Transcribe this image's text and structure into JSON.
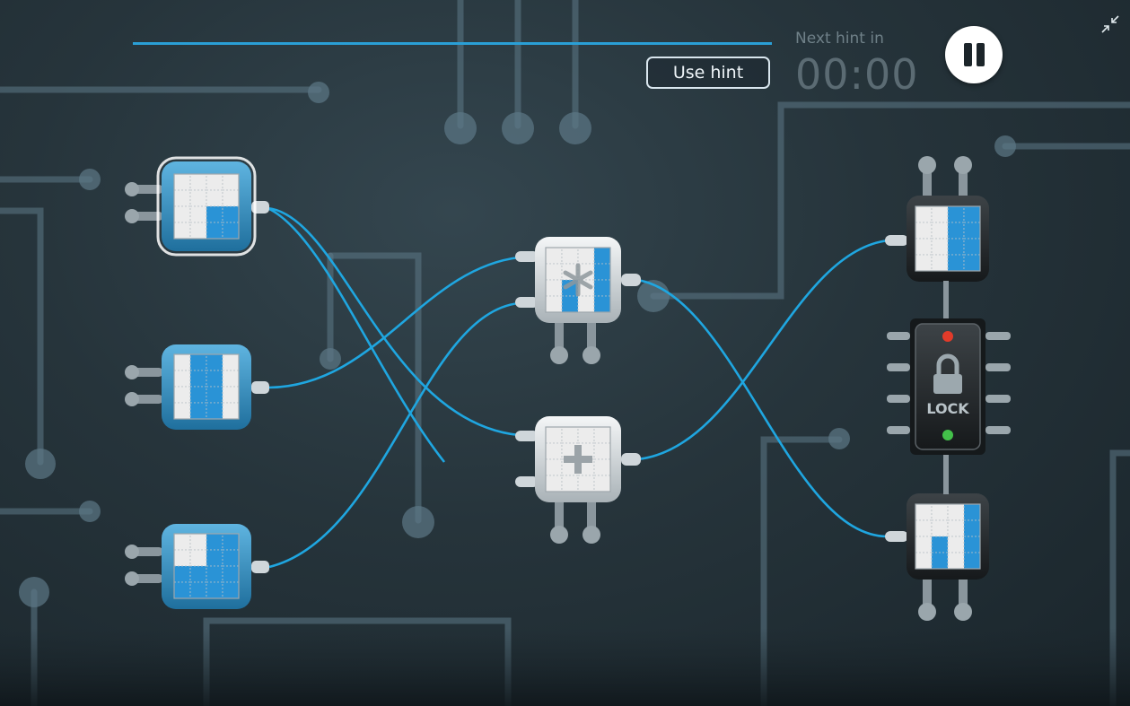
{
  "hud": {
    "use_hint_label": "Use hint",
    "next_hint_label": "Next hint in",
    "next_hint_timer": "00:00",
    "pause_icon": "pause-icon",
    "collapse_icon": "collapse-icon"
  },
  "lock": {
    "label": "LOCK",
    "icon": "padlock-icon",
    "top_led_color": "#e23b2a",
    "bottom_led_color": "#43c04a"
  },
  "colors": {
    "wire": "#1fa6e0",
    "cell_on": "#2a93d6",
    "cell_off": "#ececec",
    "accent_line": "#2a9fd6"
  },
  "chips": {
    "source_1": {
      "pattern": [
        "0000",
        "0000",
        "0011",
        "0011"
      ],
      "selected": true
    },
    "source_2": {
      "pattern": [
        "0110",
        "0110",
        "0110",
        "0110"
      ],
      "selected": false
    },
    "source_3": {
      "pattern": [
        "0011",
        "0011",
        "1111",
        "1111"
      ],
      "selected": false
    },
    "operator_1": {
      "pattern": [
        "0001",
        "0001",
        "0101",
        "0101"
      ],
      "operator_icon": "asterisk-icon"
    },
    "operator_2": {
      "pattern": [
        "0000",
        "0000",
        "0000",
        "0000"
      ],
      "operator_icon": "plus-icon"
    },
    "target_top": {
      "pattern": [
        "0011",
        "0011",
        "0011",
        "0011"
      ]
    },
    "target_bottom": {
      "pattern": [
        "0001",
        "0001",
        "0101",
        "0101"
      ]
    }
  }
}
